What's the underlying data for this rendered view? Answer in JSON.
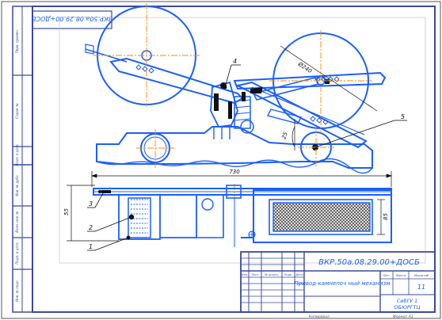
{
  "drawing": {
    "doc_code_rotated": "ВКР.50а.08.29.00+ДОСБ",
    "dimensions": {
      "overall_width": "730",
      "height_left": "55",
      "height_right": "85",
      "diameter_label": "Ø240",
      "angle_label": "25"
    },
    "callouts": [
      "1",
      "2",
      "3",
      "4",
      "5"
    ]
  },
  "title_block": {
    "designation": "ВКР.50а.08.29.00+ДОСБ",
    "name": "Привод-камнепоч ный механизм",
    "sheet_total": "11",
    "org_line1": "СибГУ 1",
    "org_line2": "ОБЮРГТЦ",
    "row_headers": [
      "Изм.",
      "Лист",
      "№ докум.",
      "Подп.",
      "Дата"
    ],
    "col_headers": [
      "Лит.",
      "Масса",
      "Масштаб"
    ],
    "footer_left": "Копировал",
    "footer_right": "Формат А3"
  },
  "left_strip": {
    "labels": [
      "Перв. примен.",
      "Справ. №",
      "Подп. и дата",
      "Инв. № дубл.",
      "Взам. инв. №",
      "Подп. и дата",
      "Инв. № подл."
    ]
  },
  "colors": {
    "line": "#1a5fff",
    "frame": "#3a4a9e",
    "black": "#111111",
    "axis": "#ff8a00",
    "grid": "#777777"
  }
}
